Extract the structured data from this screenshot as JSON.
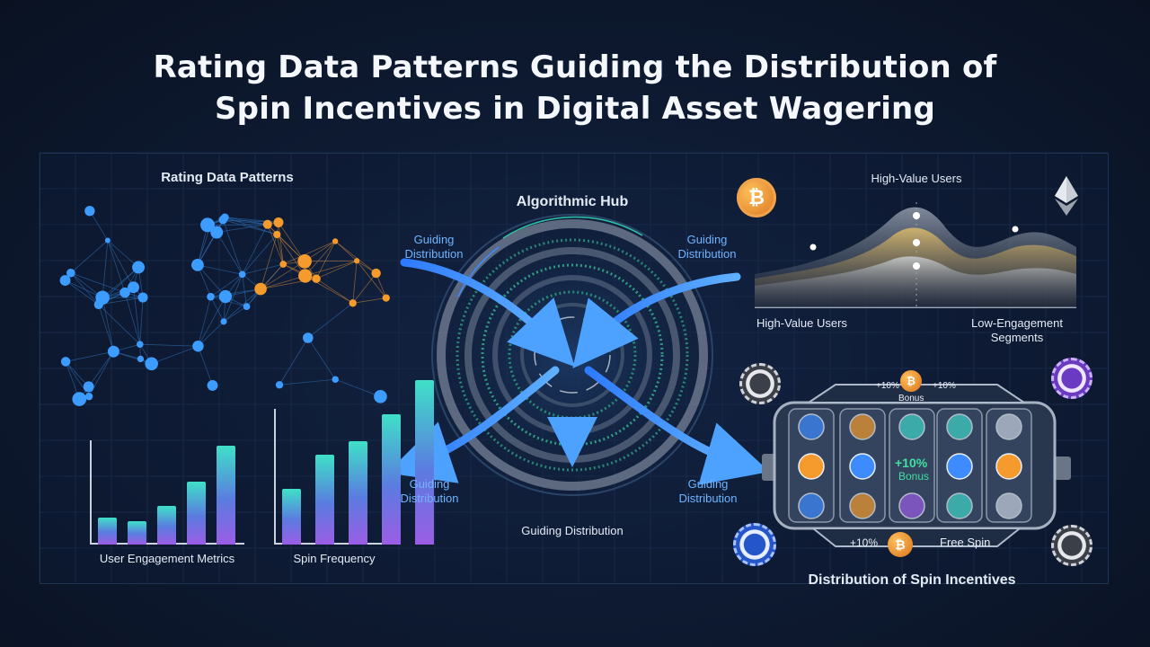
{
  "title_line1": "Rating Data Patterns Guiding the Distribution of",
  "title_line2": "Spin Incentives in Digital Asset Wagering",
  "network": {
    "label": "Rating Data Patterns"
  },
  "engagement_chart": {
    "label": "User Engagement Metrics",
    "values": [
      30,
      26,
      43,
      70,
      110
    ]
  },
  "spin_chart": {
    "label": "Spin Frequency",
    "values": [
      62,
      100,
      115,
      145,
      183
    ]
  },
  "hub": {
    "label": "Algorithmic Hub",
    "bottom_label": "Guiding Distribution"
  },
  "guides": {
    "top_left": [
      "Guiding",
      "Distribution"
    ],
    "top_right": [
      "Guiding",
      "Distribution"
    ],
    "bottom_left": [
      "Guiding",
      "Distribution"
    ],
    "bottom_right": [
      "Guiding",
      "Distribution"
    ]
  },
  "wave": {
    "top_label": "High-Value Users",
    "left_label": "High-Value Users",
    "right_label_1": "Low-Engagement",
    "right_label_2": "Segments"
  },
  "slot": {
    "top_left_pct": "+10%",
    "top_right_pct": "+10%",
    "top_bonus": "Bonus",
    "center_pct": "+10%",
    "center_bonus": "Bonus",
    "bottom_pct": "+10%",
    "bottom_free": "Free Spin",
    "label": "Distribution of Spin Incentives"
  },
  "icons": {
    "bitcoin": "₿",
    "ethereum": "ethereum-icon"
  },
  "colors": {
    "accent_blue": "#3d8bff",
    "orange": "#f59a2c",
    "teal": "#3fd6c9",
    "purple": "#9b5de5"
  }
}
